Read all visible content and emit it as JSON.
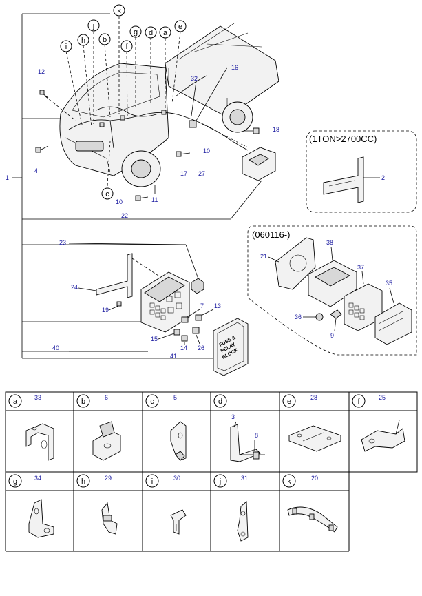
{
  "callouts": {
    "letters": [
      "k",
      "j",
      "b",
      "g",
      "a",
      "e",
      "i",
      "h",
      "f",
      "d",
      "c"
    ],
    "numbers": [
      "12",
      "16",
      "32",
      "18",
      "4",
      "10",
      "17",
      "27",
      "10",
      "11",
      "22",
      "1",
      "2",
      "23",
      "21",
      "38",
      "37",
      "35",
      "24",
      "7",
      "13",
      "9",
      "19",
      "36",
      "15",
      "14",
      "26",
      "40",
      "41"
    ]
  },
  "boxes": {
    "engine_box_label": "(1TON>2700CC)",
    "date_box_label": "(060116-)"
  },
  "table": {
    "row1": [
      {
        "letter": "a",
        "number": "33"
      },
      {
        "letter": "b",
        "number": "6"
      },
      {
        "letter": "c",
        "number": "5"
      },
      {
        "letter": "d",
        "number": "",
        "extra": [
          "3",
          "8"
        ]
      },
      {
        "letter": "e",
        "number": "28"
      },
      {
        "letter": "f",
        "number": "25"
      }
    ],
    "row2": [
      {
        "letter": "g",
        "number": "34"
      },
      {
        "letter": "h",
        "number": "29"
      },
      {
        "letter": "i",
        "number": "30"
      },
      {
        "letter": "j",
        "number": "31"
      },
      {
        "letter": "k",
        "number": "20"
      }
    ]
  },
  "fuse_label": [
    "FUSE &",
    "RELAY",
    "BLOCK"
  ]
}
